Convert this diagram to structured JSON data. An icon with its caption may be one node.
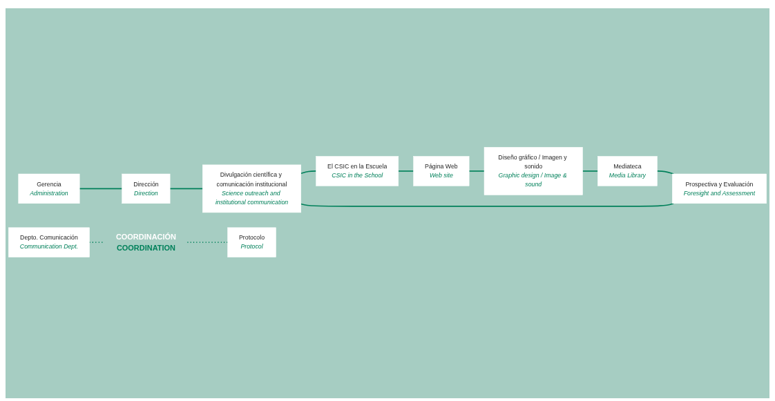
{
  "diagram": {
    "nodes": [
      {
        "text": [
          "Gerencia",
          "Administration"
        ]
      },
      {
        "text": [
          "Dirección",
          "Direction"
        ]
      },
      {
        "text": [
          "Divulgación científica y comunicación institucional",
          "Science outreach and institutional communication"
        ]
      },
      {
        "text": [
          "Prospectiva y Evaluación",
          "Foresight and Assessment"
        ]
      },
      {
        "text": [
          "El CSIC en la Escuela",
          "CSIC in the School"
        ]
      },
      {
        "text": [
          "Mediateca",
          "Media Library"
        ]
      },
      {
        "text": [
          "Página Web",
          "Web site"
        ]
      },
      {
        "text": [
          "Diseño gráfico / Imagen y sonido",
          "Graphic design / Image & sound"
        ]
      },
      {
        "text": [
          "Depto. Comunicación",
          "Communication Dept."
        ]
      },
      {
        "text": [
          "COORDINACIÓN",
          "COORDINATION"
        ]
      },
      {
        "text": [
          "Protocolo",
          "Protocol"
        ]
      }
    ],
    "edges": [
      {
        "from": 0,
        "to": 1,
        "arrow": "none"
      },
      {
        "from": 1,
        "to": 2,
        "arrow": "none"
      },
      {
        "from": 2,
        "to": 4,
        "arrow": "none"
      },
      {
        "from": 4,
        "to": 6,
        "arrow": "none"
      },
      {
        "from": 6,
        "to": 7,
        "arrow": "none"
      },
      {
        "from": 7,
        "to": 5,
        "arrow": "none"
      },
      {
        "from": 5,
        "to": 3,
        "arrow": "none"
      },
      {
        "from": 3,
        "to": 2,
        "arrow": "none"
      },
      {
        "from": 8,
        "to": 9,
        "arrow": "none",
        "style": "dashed"
      },
      {
        "from": 9,
        "to": 10,
        "arrow": "none",
        "style": "dashed"
      }
    ]
  }
}
